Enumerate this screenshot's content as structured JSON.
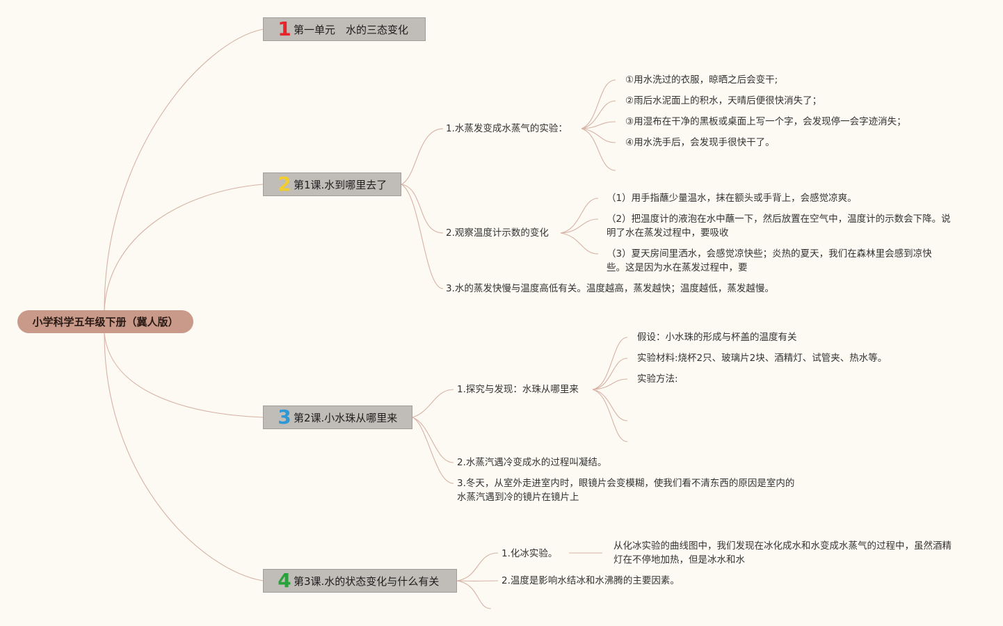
{
  "root": {
    "label": "小学科学五年级下册（冀人版）"
  },
  "colors": {
    "root_fill": "#c9998a",
    "node_fill": "#c0bcb8",
    "line": "#d7b2a6",
    "n1": "#e8232a",
    "n2": "#f2cd2e",
    "n3": "#2d98d6",
    "n4": "#27a33a"
  },
  "units": [
    {
      "num": "1",
      "label": "第一单元　水的三态变化"
    },
    {
      "num": "2",
      "label": "第1课.水到哪里去了"
    },
    {
      "num": "3",
      "label": "第2课.小水珠从哪里来"
    },
    {
      "num": "4",
      "label": "第3课.水的状态变化与什么有关"
    }
  ],
  "lesson1": {
    "s1": "1.水蒸发变成水蒸气的实验：",
    "s1_items": [
      "①用水洗过的衣服，晾晒之后会变干;",
      "②雨后水泥面上的积水，天晴后便很快消失了；",
      "③用湿布在干净的黑板或桌面上写一个字，会发现停一会字迹消失；",
      "④用水洗手后，会发现手很快干了。"
    ],
    "s2": "2.观察温度计示数的变化",
    "s2_items": [
      "（1）用手指蘸少量温水，抹在额头或手背上，会感觉凉爽。",
      "（2）把温度计的液泡在水中蘸一下，然后放置在空气中，温度计的示数会下降。说明了水在蒸发过程中，要吸收",
      "（3）夏天房间里洒水，会感觉凉快些；炎热的夏天，我们在森林里会感到凉快些。这是因为水在蒸发过程中，要"
    ],
    "s3": "3.水的蒸发快慢与温度高低有关。温度越高，蒸发越快；温度越低，蒸发越慢。"
  },
  "lesson2": {
    "s1": "1.探究与发现：水珠从哪里来",
    "s1_items": [
      "假设：小水珠的形成与杯盖的温度有关",
      "实验材料:烧杯2只、玻璃片2块、酒精灯、试管夹、热水等。",
      "实验方法:"
    ],
    "s2": "2.水蒸汽遇冷变成水的过程叫凝结。",
    "s3": "3.冬天，从室外走进室内时，眼镜片会变模糊，使我们看不清东西的原因是室内的水蒸汽遇到冷的镜片在镜片上"
  },
  "lesson3": {
    "s1": "1.化冰实验。",
    "s1_detail": "从化冰实验的曲线图中，我们发现在冰化成水和水变成水蒸气的过程中，虽然酒精灯在不停地加热，但是冰水和水",
    "s2": "2.温度是影响水结冰和水沸腾的主要因素。"
  }
}
